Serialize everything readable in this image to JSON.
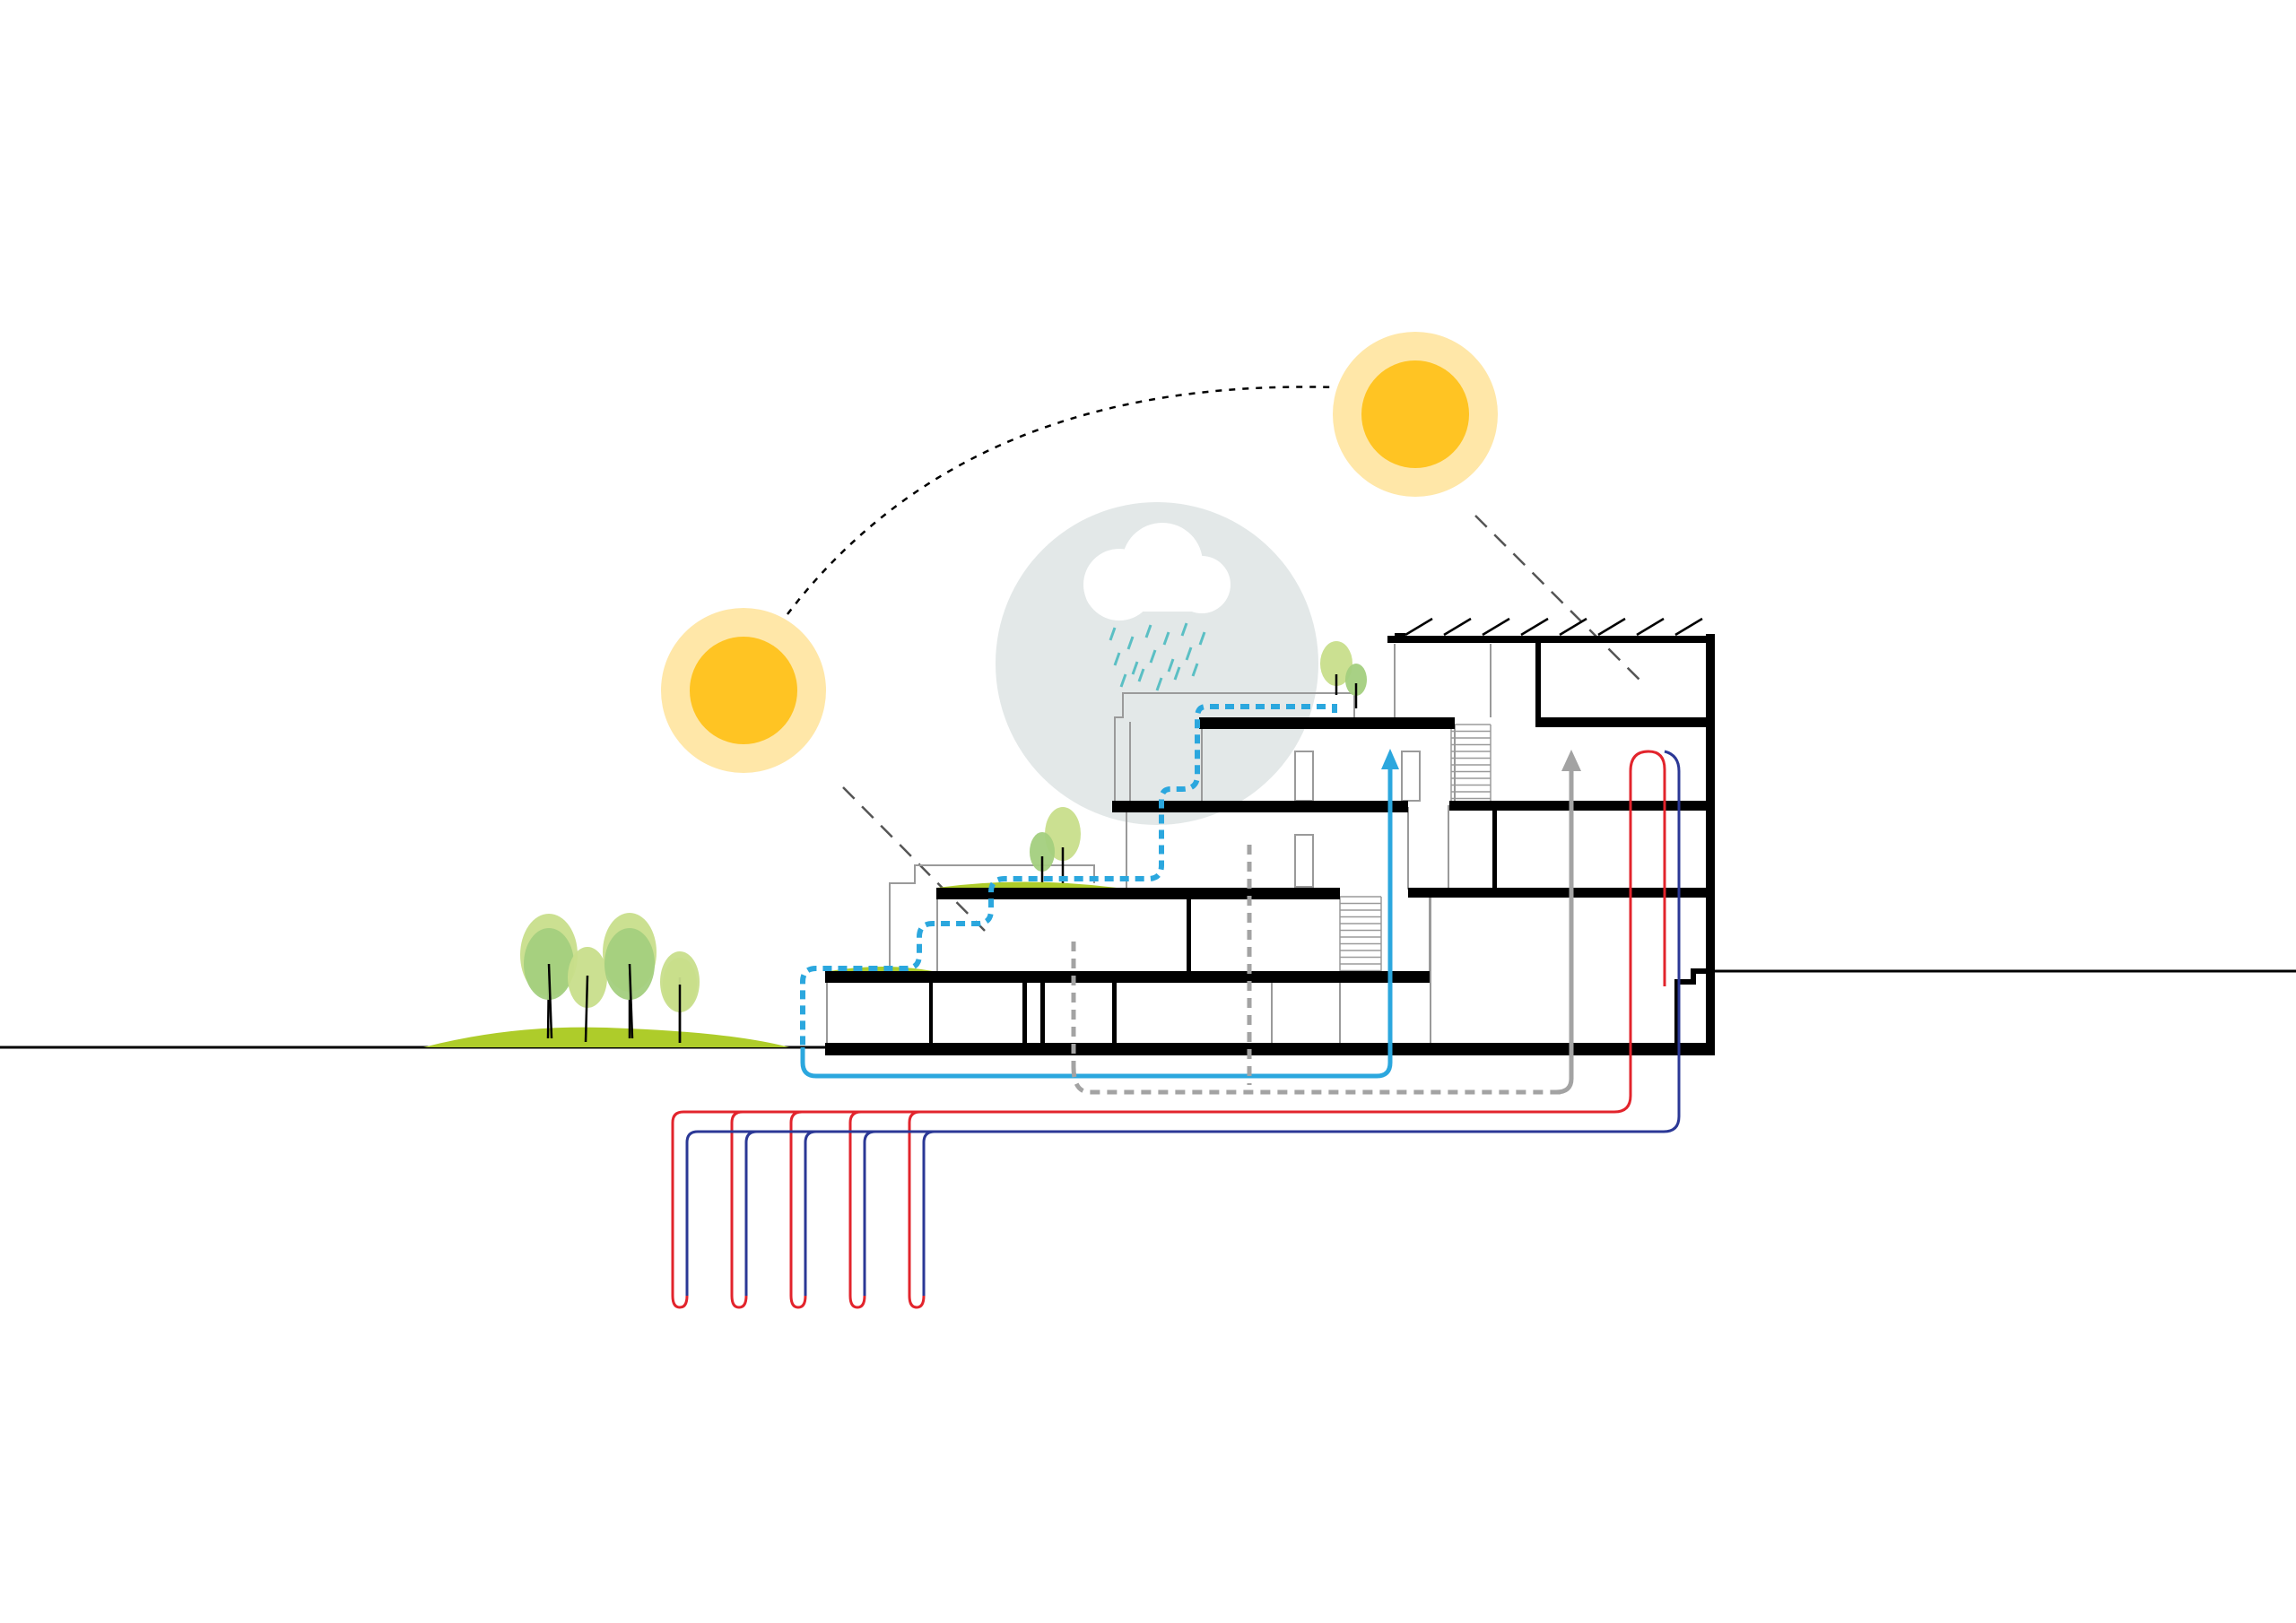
{
  "diagram": {
    "kind": "sustainable-building-section",
    "labels": [],
    "elements": [
      "sun-morning",
      "sun-midday",
      "sun-path-arc",
      "solar-ray",
      "rain-cloud",
      "rainwater-collection-path",
      "greywater-path",
      "warm-air-exhaust-path",
      "geothermal-supply-loop",
      "geothermal-return-loop",
      "green-roof-trees",
      "landscape-trees",
      "stepped-terrace-building"
    ]
  },
  "colors": {
    "sun_core": "#FFC423",
    "sun_halo": "#FFE7A8",
    "sky_disc": "#E3E8E8",
    "cloud": "#FFFFFF",
    "rain": "#5BBFC4",
    "rainwater": "#2BA7DE",
    "greywater": "#A3A3A3",
    "hot_pipe": "#E2242C",
    "cold_pipe": "#2B3896",
    "structure": "#000000",
    "outline": "#9A9A9A",
    "grass": "#AECC2A",
    "tree_dark": "#A3CF7E",
    "tree_light": "#C8DE8B"
  }
}
